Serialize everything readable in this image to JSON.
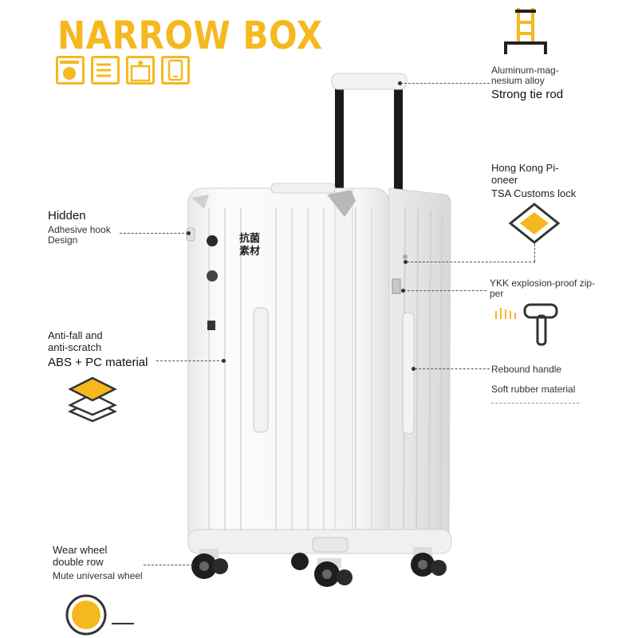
{
  "title": "NARROW BOX",
  "feature_icons": [
    "luggage-icon",
    "compartment-icon",
    "hanger-icon",
    "smartphone-icon"
  ],
  "badge": {
    "line1": "抗菌",
    "line2": "素材"
  },
  "callouts": {
    "tie_rod": {
      "line1": "Aluminum-mag-",
      "line2": "nesium alloy",
      "line3": "Strong tie rod"
    },
    "tsa_lock": {
      "line1": "Hong Kong Pi-",
      "line2": "oneer",
      "line3": "TSA Customs lock"
    },
    "zipper": {
      "line1": "YKK explosion-proof zip-",
      "line2": "per"
    },
    "handle": {
      "line1": "Rebound handle",
      "line2": "Soft rubber material"
    },
    "hook": {
      "line1": "Hidden",
      "line2": "Adhesive hook",
      "line3": "Design"
    },
    "material": {
      "line1": "Anti-fall and",
      "line2": "anti-scratch",
      "line3": "ABS + PC material"
    },
    "wheel": {
      "line1": "Wear wheel",
      "line2": "double row",
      "line3": "Mute universal wheel"
    }
  },
  "colors": {
    "accent": "#f5b81e",
    "suitcase": "#f7f7f7",
    "handle_bar": "#1a1a1a"
  }
}
